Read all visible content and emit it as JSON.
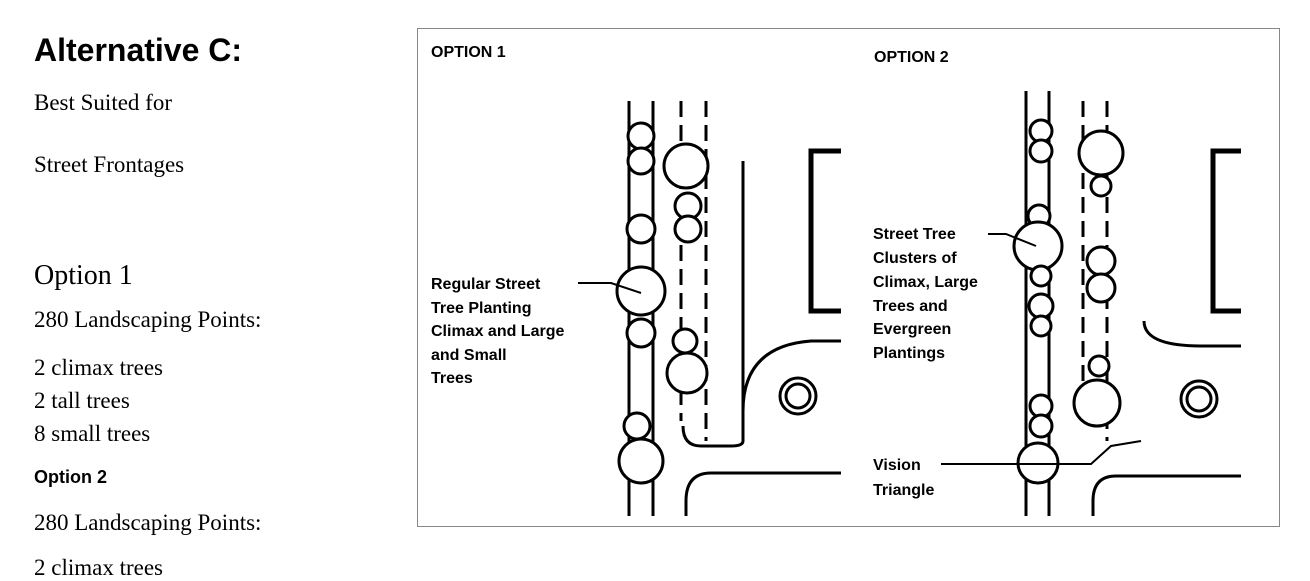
{
  "title": "Alternative C:",
  "subtitle_lines": [
    "Best Suited for",
    "Street Frontages"
  ],
  "option1": {
    "heading": "Option 1",
    "points": "280 Landscaping Points:",
    "items": [
      "2 climax trees",
      "2 tall trees",
      "8 small trees"
    ]
  },
  "option2": {
    "heading": "Option 2",
    "points": "280 Landscaping Points:",
    "items": [
      "2 climax trees"
    ]
  },
  "figure": {
    "option1_label": "OPTION 1",
    "option2_label": "OPTION 2",
    "option1_note": [
      "Regular Street",
      "Tree Planting",
      "Climax and Large",
      "and Small",
      "Trees"
    ],
    "option2_note": [
      "Street Tree",
      "Clusters of",
      "Climax, Large",
      "Trees and",
      "Evergreen",
      "Plantings"
    ],
    "vision_note": [
      "Vision",
      "Triangle"
    ]
  }
}
